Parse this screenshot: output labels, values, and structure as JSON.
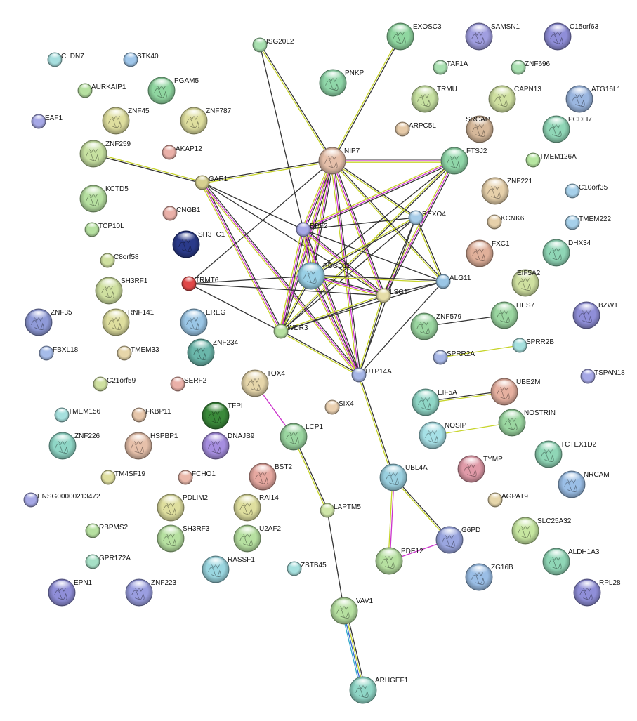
{
  "colors": {
    "neighborhood": "#333333",
    "textmining": "#c7d42a",
    "experiments": "#cc33cc",
    "coexpression": "#3366cc",
    "database": "#33aacc",
    "label": "#111111"
  },
  "nodes": [
    {
      "id": "ISG20L2",
      "label": "ISG20L2",
      "color": "#a8e0b0",
      "kind": "small"
    },
    {
      "id": "EXOSC3",
      "label": "EXOSC3",
      "color": "#8fd6a0",
      "kind": "struct"
    },
    {
      "id": "SAMSN1",
      "label": "SAMSN1",
      "color": "#a09ee0",
      "kind": "struct"
    },
    {
      "id": "C15orf63",
      "label": "C15orf63",
      "color": "#8f8ed8",
      "kind": "struct"
    },
    {
      "id": "CLDN7",
      "label": "CLDN7",
      "color": "#a6dede",
      "kind": "small"
    },
    {
      "id": "STK40",
      "label": "STK40",
      "color": "#9fc6ea",
      "kind": "small"
    },
    {
      "id": "TAF1A",
      "label": "TAF1A",
      "color": "#a8e0b0",
      "kind": "small"
    },
    {
      "id": "ZNF696",
      "label": "ZNF696",
      "color": "#a8e0b0",
      "kind": "small"
    },
    {
      "id": "PNKP",
      "label": "PNKP",
      "color": "#8fd6a8",
      "kind": "struct"
    },
    {
      "id": "AURKAIP1",
      "label": "AURKAIP1",
      "color": "#b6e0a0",
      "kind": "small"
    },
    {
      "id": "PGAM5",
      "label": "PGAM5",
      "color": "#8fd6a0",
      "kind": "struct"
    },
    {
      "id": "TRMU",
      "label": "TRMU",
      "color": "#c6e0a0",
      "kind": "struct"
    },
    {
      "id": "CAPN13",
      "label": "CAPN13",
      "color": "#cfe0a0",
      "kind": "struct"
    },
    {
      "id": "ATG16L1",
      "label": "ATG16L1",
      "color": "#9ab6e0",
      "kind": "struct"
    },
    {
      "id": "EAF1",
      "label": "EAF1",
      "color": "#a6a8e6",
      "kind": "small"
    },
    {
      "id": "ZNF45",
      "label": "ZNF45",
      "color": "#dede9e",
      "kind": "struct"
    },
    {
      "id": "ZNF787",
      "label": "ZNF787",
      "color": "#dede9e",
      "kind": "struct"
    },
    {
      "id": "ARPC5L",
      "label": "ARPC5L",
      "color": "#e6caa8",
      "kind": "small"
    },
    {
      "id": "SRCAP",
      "label": "SRCAP",
      "color": "#d6b89a",
      "kind": "struct"
    },
    {
      "id": "PCDH7",
      "label": "PCDH7",
      "color": "#8fd6b6",
      "kind": "struct"
    },
    {
      "id": "ZNF259",
      "label": "ZNF259",
      "color": "#c6e0a0",
      "kind": "struct"
    },
    {
      "id": "AKAP12",
      "label": "AKAP12",
      "color": "#eab0a8",
      "kind": "small"
    },
    {
      "id": "NIP7",
      "label": "NIP7",
      "color": "#e6c0aa",
      "kind": "struct"
    },
    {
      "id": "FTSJ2",
      "label": "FTSJ2",
      "color": "#8fd6a8",
      "kind": "struct"
    },
    {
      "id": "TMEM126A",
      "label": "TMEM126A",
      "color": "#b6e6a0",
      "kind": "small"
    },
    {
      "id": "GAR1",
      "label": "GAR1",
      "color": "#d6d090",
      "kind": "small"
    },
    {
      "id": "ZNF221",
      "label": "ZNF221",
      "color": "#e6d0aa",
      "kind": "struct"
    },
    {
      "id": "C10orf35",
      "label": "C10orf35",
      "color": "#a6d0ea",
      "kind": "small"
    },
    {
      "id": "KCTD5",
      "label": "KCTD5",
      "color": "#b6e0a0",
      "kind": "struct"
    },
    {
      "id": "CNGB1",
      "label": "CNGB1",
      "color": "#eab0a8",
      "kind": "small"
    },
    {
      "id": "KCNK6",
      "label": "KCNK6",
      "color": "#e6d0aa",
      "kind": "small"
    },
    {
      "id": "TMEM222",
      "label": "TMEM222",
      "color": "#a6d0ea",
      "kind": "small"
    },
    {
      "id": "REXO4",
      "label": "REXO4",
      "color": "#a6cce8",
      "kind": "small"
    },
    {
      "id": "RPF2",
      "label": "RPF2",
      "color": "#a6a8e6",
      "kind": "small"
    },
    {
      "id": "TCP10L",
      "label": "TCP10L",
      "color": "#b6e0a0",
      "kind": "small"
    },
    {
      "id": "SH3TC1",
      "label": "SH3TC1",
      "color": "#2a3a8a",
      "kind": "struct"
    },
    {
      "id": "FXC1",
      "label": "FXC1",
      "color": "#e0b09a",
      "kind": "struct"
    },
    {
      "id": "DHX34",
      "label": "DHX34",
      "color": "#8fd6b6",
      "kind": "struct"
    },
    {
      "id": "C8orf58",
      "label": "C8orf58",
      "color": "#cfe0a0",
      "kind": "small"
    },
    {
      "id": "PDCD11",
      "label": "PDCD11",
      "color": "#9ad0e6",
      "kind": "struct"
    },
    {
      "id": "ALG11",
      "label": "ALG11",
      "color": "#9ac6e6",
      "kind": "small"
    },
    {
      "id": "EIF5A2",
      "label": "EIF5A2",
      "color": "#cfe0a0",
      "kind": "struct"
    },
    {
      "id": "SH3RF1",
      "label": "SH3RF1",
      "color": "#cfe0a0",
      "kind": "struct"
    },
    {
      "id": "TRMT6",
      "label": "TRMT6",
      "color": "#e04848",
      "kind": "small"
    },
    {
      "id": "LSG1",
      "label": "LSG1",
      "color": "#e6dea8",
      "kind": "small"
    },
    {
      "id": "HES7",
      "label": "HES7",
      "color": "#9ad6a0",
      "kind": "struct"
    },
    {
      "id": "BZW1",
      "label": "BZW1",
      "color": "#8f8ed8",
      "kind": "struct"
    },
    {
      "id": "ZNF35",
      "label": "ZNF35",
      "color": "#8f9ad8",
      "kind": "struct"
    },
    {
      "id": "RNF141",
      "label": "RNF141",
      "color": "#dede9e",
      "kind": "struct"
    },
    {
      "id": "EREG",
      "label": "EREG",
      "color": "#9ac6e6",
      "kind": "struct"
    },
    {
      "id": "ZNF579",
      "label": "ZNF579",
      "color": "#9ad6a0",
      "kind": "struct"
    },
    {
      "id": "WDR3",
      "label": "WDR3",
      "color": "#b6e0a0",
      "kind": "small"
    },
    {
      "id": "FBXL18",
      "label": "FBXL18",
      "color": "#a6bcea",
      "kind": "small"
    },
    {
      "id": "TMEM33",
      "label": "TMEM33",
      "color": "#e6d6aa",
      "kind": "small"
    },
    {
      "id": "ZNF234",
      "label": "ZNF234",
      "color": "#6ab6aa",
      "kind": "struct"
    },
    {
      "id": "SPRR2B",
      "label": "SPRR2B",
      "color": "#a6e0de",
      "kind": "small"
    },
    {
      "id": "SPRR2A",
      "label": "SPRR2A",
      "color": "#a6b6e6",
      "kind": "small"
    },
    {
      "id": "C21orf59",
      "label": "C21orf59",
      "color": "#cfe0a0",
      "kind": "small"
    },
    {
      "id": "TOX4",
      "label": "TOX4",
      "color": "#e6d6aa",
      "kind": "struct"
    },
    {
      "id": "SERF2",
      "label": "SERF2",
      "color": "#eab0a8",
      "kind": "small"
    },
    {
      "id": "UTP14A",
      "label": "UTP14A",
      "color": "#a6b6e6",
      "kind": "small"
    },
    {
      "id": "TSPAN18",
      "label": "TSPAN18",
      "color": "#a6a8e6",
      "kind": "small"
    },
    {
      "id": "EIF5A",
      "label": "EIF5A",
      "color": "#8fd6c6",
      "kind": "struct"
    },
    {
      "id": "UBE2M",
      "label": "UBE2M",
      "color": "#e6b0a0",
      "kind": "struct"
    },
    {
      "id": "TFPI",
      "label": "TFPI",
      "color": "#3a8a3a",
      "kind": "struct"
    },
    {
      "id": "SIX4",
      "label": "SIX4",
      "color": "#ead0b0",
      "kind": "small"
    },
    {
      "id": "TMEM156",
      "label": "TMEM156",
      "color": "#a6e0de",
      "kind": "small"
    },
    {
      "id": "FKBP11",
      "label": "FKBP11",
      "color": "#e6c6aa",
      "kind": "small"
    },
    {
      "id": "NOSTRIN",
      "label": "NOSTRIN",
      "color": "#9ad6a0",
      "kind": "struct"
    },
    {
      "id": "NOSIP",
      "label": "NOSIP",
      "color": "#a6e0e6",
      "kind": "struct"
    },
    {
      "id": "ZNF226",
      "label": "ZNF226",
      "color": "#8fd6c6",
      "kind": "struct"
    },
    {
      "id": "HSPBP1",
      "label": "HSPBP1",
      "color": "#e6c0aa",
      "kind": "struct"
    },
    {
      "id": "DNAJB9",
      "label": "DNAJB9",
      "color": "#a68ee0",
      "kind": "struct"
    },
    {
      "id": "LCP1",
      "label": "LCP1",
      "color": "#9ad6a0",
      "kind": "struct"
    },
    {
      "id": "TCTEX1D2",
      "label": "TCTEX1D2",
      "color": "#8fd6b6",
      "kind": "struct"
    },
    {
      "id": "TYMP",
      "label": "TYMP",
      "color": "#e09aa8",
      "kind": "struct"
    },
    {
      "id": "TM4SF19",
      "label": "TM4SF19",
      "color": "#dede9e",
      "kind": "small"
    },
    {
      "id": "FCHO1",
      "label": "FCHO1",
      "color": "#eab8aa",
      "kind": "small"
    },
    {
      "id": "BST2",
      "label": "BST2",
      "color": "#e6a8a0",
      "kind": "struct"
    },
    {
      "id": "UBL4A",
      "label": "UBL4A",
      "color": "#9ad0e0",
      "kind": "struct"
    },
    {
      "id": "NRCAM",
      "label": "NRCAM",
      "color": "#9abee6",
      "kind": "struct"
    },
    {
      "id": "ENSG00000213472",
      "label": "ENSG00000213472",
      "color": "#a6a8e6",
      "kind": "small"
    },
    {
      "id": "PDLIM2",
      "label": "PDLIM2",
      "color": "#dede9e",
      "kind": "struct"
    },
    {
      "id": "RAI14",
      "label": "RAI14",
      "color": "#dede9e",
      "kind": "struct"
    },
    {
      "id": "LAPTM5",
      "label": "LAPTM5",
      "color": "#cfe6a8",
      "kind": "small"
    },
    {
      "id": "AGPAT9",
      "label": "AGPAT9",
      "color": "#e6d6aa",
      "kind": "small"
    },
    {
      "id": "RBPMS2",
      "label": "RBPMS2",
      "color": "#b6e0a0",
      "kind": "small"
    },
    {
      "id": "SH3RF3",
      "label": "SH3RF3",
      "color": "#b6e0a0",
      "kind": "struct"
    },
    {
      "id": "U2AF2",
      "label": "U2AF2",
      "color": "#b6e0a0",
      "kind": "struct"
    },
    {
      "id": "G6PD",
      "label": "G6PD",
      "color": "#9aa6e0",
      "kind": "struct"
    },
    {
      "id": "SLC25A32",
      "label": "SLC25A32",
      "color": "#c6e6a0",
      "kind": "struct"
    },
    {
      "id": "PDE12",
      "label": "PDE12",
      "color": "#b6e0a0",
      "kind": "struct"
    },
    {
      "id": "ALDH1A3",
      "label": "ALDH1A3",
      "color": "#8fd6b6",
      "kind": "struct"
    },
    {
      "id": "GPR172A",
      "label": "GPR172A",
      "color": "#a6e0c6",
      "kind": "small"
    },
    {
      "id": "RASSF1",
      "label": "RASSF1",
      "color": "#9ad6e0",
      "kind": "struct"
    },
    {
      "id": "ZBTB45",
      "label": "ZBTB45",
      "color": "#a6e0de",
      "kind": "small"
    },
    {
      "id": "ZG16B",
      "label": "ZG16B",
      "color": "#9abee6",
      "kind": "struct"
    },
    {
      "id": "EPN1",
      "label": "EPN1",
      "color": "#8f8ed8",
      "kind": "struct"
    },
    {
      "id": "ZNF223",
      "label": "ZNF223",
      "color": "#9a9ee0",
      "kind": "struct"
    },
    {
      "id": "RPL28",
      "label": "RPL28",
      "color": "#8f8ed8",
      "kind": "struct"
    },
    {
      "id": "VAV1",
      "label": "VAV1",
      "color": "#b6e0a0",
      "kind": "struct"
    },
    {
      "id": "ARHGEF1",
      "label": "ARHGEF1",
      "color": "#8fd6c6",
      "kind": "struct"
    }
  ],
  "edges": [
    {
      "a": "ISG20L2",
      "b": "NIP7",
      "t": [
        "neighborhood",
        "textmining"
      ]
    },
    {
      "a": "ISG20L2",
      "b": "RPF2",
      "t": [
        "neighborhood"
      ]
    },
    {
      "a": "EXOSC3",
      "b": "NIP7",
      "t": [
        "neighborhood",
        "textmining"
      ]
    },
    {
      "a": "GAR1",
      "b": "ZNF259",
      "t": [
        "neighborhood",
        "textmining"
      ]
    },
    {
      "a": "GAR1",
      "b": "NIP7",
      "t": [
        "neighborhood",
        "textmining"
      ]
    },
    {
      "a": "GAR1",
      "b": "RPF2",
      "t": [
        "neighborhood"
      ]
    },
    {
      "a": "GAR1",
      "b": "WDR3",
      "t": [
        "neighborhood",
        "experiments",
        "textmining"
      ]
    },
    {
      "a": "GAR1",
      "b": "UTP14A",
      "t": [
        "neighborhood",
        "experiments",
        "textmining"
      ]
    },
    {
      "a": "GAR1",
      "b": "LSG1",
      "t": [
        "neighborhood"
      ]
    },
    {
      "a": "NIP7",
      "b": "FTSJ2",
      "t": [
        "neighborhood",
        "experiments",
        "textmining"
      ]
    },
    {
      "a": "NIP7",
      "b": "RPF2",
      "t": [
        "neighborhood",
        "experiments",
        "textmining"
      ]
    },
    {
      "a": "NIP7",
      "b": "REXO4",
      "t": [
        "neighborhood",
        "textmining"
      ]
    },
    {
      "a": "NIP7",
      "b": "PDCD11",
      "t": [
        "neighborhood",
        "experiments",
        "textmining"
      ]
    },
    {
      "a": "NIP7",
      "b": "LSG1",
      "t": [
        "neighborhood",
        "experiments",
        "textmining"
      ]
    },
    {
      "a": "NIP7",
      "b": "WDR3",
      "t": [
        "neighborhood",
        "experiments",
        "textmining"
      ]
    },
    {
      "a": "NIP7",
      "b": "UTP14A",
      "t": [
        "neighborhood",
        "experiments",
        "textmining"
      ]
    },
    {
      "a": "NIP7",
      "b": "ALG11",
      "t": [
        "neighborhood",
        "textmining"
      ]
    },
    {
      "a": "NIP7",
      "b": "TRMT6",
      "t": [
        "neighborhood"
      ]
    },
    {
      "a": "FTSJ2",
      "b": "RPF2",
      "t": [
        "neighborhood",
        "experiments",
        "textmining"
      ]
    },
    {
      "a": "FTSJ2",
      "b": "LSG1",
      "t": [
        "neighborhood",
        "experiments",
        "textmining"
      ]
    },
    {
      "a": "FTSJ2",
      "b": "PDCD11",
      "t": [
        "neighborhood"
      ]
    },
    {
      "a": "FTSJ2",
      "b": "WDR3",
      "t": [
        "neighborhood",
        "textmining"
      ]
    },
    {
      "a": "RPF2",
      "b": "PDCD11",
      "t": [
        "neighborhood",
        "experiments",
        "textmining"
      ]
    },
    {
      "a": "RPF2",
      "b": "LSG1",
      "t": [
        "neighborhood",
        "experiments",
        "textmining"
      ]
    },
    {
      "a": "RPF2",
      "b": "WDR3",
      "t": [
        "neighborhood",
        "experiments",
        "textmining"
      ]
    },
    {
      "a": "RPF2",
      "b": "UTP14A",
      "t": [
        "neighborhood",
        "experiments",
        "textmining"
      ]
    },
    {
      "a": "RPF2",
      "b": "REXO4",
      "t": [
        "neighborhood"
      ]
    },
    {
      "a": "RPF2",
      "b": "ALG11",
      "t": [
        "neighborhood"
      ]
    },
    {
      "a": "REXO4",
      "b": "PDCD11",
      "t": [
        "neighborhood",
        "textmining"
      ]
    },
    {
      "a": "REXO4",
      "b": "LSG1",
      "t": [
        "neighborhood"
      ]
    },
    {
      "a": "REXO4",
      "b": "WDR3",
      "t": [
        "neighborhood"
      ]
    },
    {
      "a": "REXO4",
      "b": "UTP14A",
      "t": [
        "neighborhood"
      ]
    },
    {
      "a": "REXO4",
      "b": "ALG11",
      "t": [
        "neighborhood",
        "textmining"
      ]
    },
    {
      "a": "PDCD11",
      "b": "LSG1",
      "t": [
        "neighborhood",
        "experiments",
        "textmining"
      ]
    },
    {
      "a": "PDCD11",
      "b": "WDR3",
      "t": [
        "neighborhood",
        "textmining"
      ]
    },
    {
      "a": "PDCD11",
      "b": "UTP14A",
      "t": [
        "neighborhood",
        "experiments",
        "textmining"
      ]
    },
    {
      "a": "PDCD11",
      "b": "ALG11",
      "t": [
        "neighborhood",
        "textmining"
      ]
    },
    {
      "a": "PDCD11",
      "b": "TRMT6",
      "t": [
        "neighborhood"
      ]
    },
    {
      "a": "LSG1",
      "b": "WDR3",
      "t": [
        "neighborhood",
        "textmining"
      ]
    },
    {
      "a": "LSG1",
      "b": "UTP14A",
      "t": [
        "neighborhood",
        "textmining"
      ]
    },
    {
      "a": "LSG1",
      "b": "ALG11",
      "t": [
        "neighborhood"
      ]
    },
    {
      "a": "LSG1",
      "b": "TRMT6",
      "t": [
        "neighborhood"
      ]
    },
    {
      "a": "WDR3",
      "b": "UTP14A",
      "t": [
        "neighborhood",
        "textmining"
      ]
    },
    {
      "a": "WDR3",
      "b": "ALG11",
      "t": [
        "neighborhood"
      ]
    },
    {
      "a": "WDR3",
      "b": "TRMT6",
      "t": [
        "neighborhood"
      ]
    },
    {
      "a": "UTP14A",
      "b": "ALG11",
      "t": [
        "neighborhood"
      ]
    },
    {
      "a": "UTP14A",
      "b": "UBL4A",
      "t": [
        "neighborhood",
        "textmining"
      ]
    },
    {
      "a": "ZNF579",
      "b": "HES7",
      "t": [
        "neighborhood"
      ]
    },
    {
      "a": "SPRR2A",
      "b": "SPRR2B",
      "t": [
        "textmining"
      ]
    },
    {
      "a": "EIF5A",
      "b": "UBE2M",
      "t": [
        "neighborhood",
        "textmining"
      ]
    },
    {
      "a": "NOSIP",
      "b": "NOSTRIN",
      "t": [
        "textmining"
      ]
    },
    {
      "a": "TOX4",
      "b": "LCP1",
      "t": [
        "experiments"
      ]
    },
    {
      "a": "LCP1",
      "b": "LAPTM5",
      "t": [
        "neighborhood",
        "textmining"
      ]
    },
    {
      "a": "LAPTM5",
      "b": "VAV1",
      "t": [
        "neighborhood"
      ]
    },
    {
      "a": "VAV1",
      "b": "ARHGEF1",
      "t": [
        "neighborhood",
        "textmining",
        "coexpression",
        "database"
      ]
    },
    {
      "a": "UBL4A",
      "b": "G6PD",
      "t": [
        "neighborhood",
        "textmining"
      ]
    },
    {
      "a": "UBL4A",
      "b": "PDE12",
      "t": [
        "experiments",
        "textmining"
      ]
    },
    {
      "a": "PDE12",
      "b": "G6PD",
      "t": [
        "experiments"
      ]
    }
  ]
}
